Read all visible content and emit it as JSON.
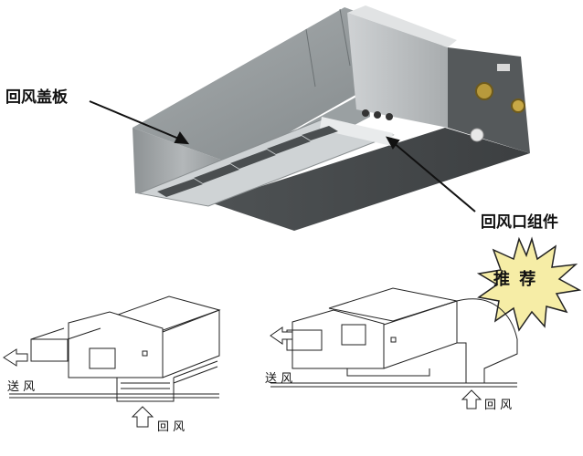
{
  "labels": {
    "return_air_cover": "回风盖板",
    "return_air_assembly": "回风口组件",
    "recommended_badge": "推 荐",
    "supply_air_left": "送 风",
    "return_air_left": "回 风",
    "supply_air_right": "送 风",
    "return_air_right": "回 风"
  },
  "colors": {
    "unit_top": "#8f9597",
    "unit_front": "#9ea3a5",
    "unit_side": "#55595b",
    "metal_light": "#d6d9db",
    "badge_fill": "#f6eda6",
    "line": "#222222"
  },
  "icons": {
    "badge": "starburst-icon",
    "supply_arrow": "arrow-left-outline-icon",
    "return_arrow": "arrow-up-outline-icon"
  }
}
